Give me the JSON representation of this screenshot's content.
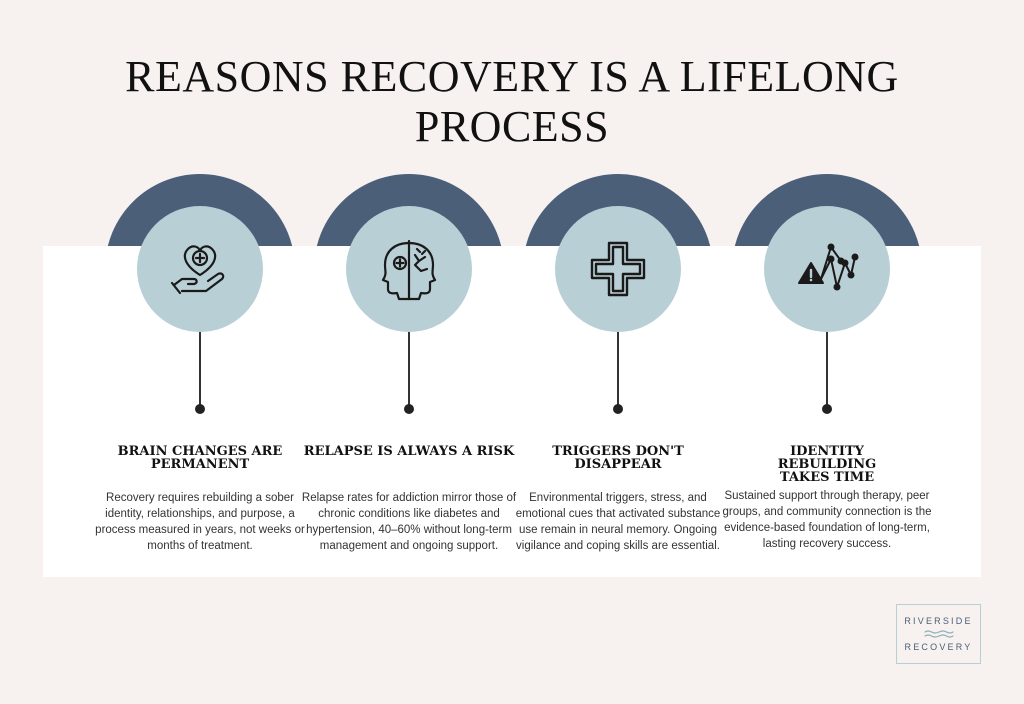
{
  "title_line1": "REASONS RECOVERY IS A LIFELONG",
  "title_line2": "PROCESS",
  "colors": {
    "background": "#f7f1ef",
    "arch": "#4b5f78",
    "circle": "#b9cfd6",
    "panel": "#ffffff"
  },
  "items": [
    {
      "icon": "heart-in-hand-icon",
      "heading": "BRAIN CHANGES ARE PERMANENT",
      "body": "Recovery requires rebuilding a sober identity, relationships, and purpose, a process measured in years, not weeks or months of treatment."
    },
    {
      "icon": "brain-head-icon",
      "heading": "RELAPSE IS ALWAYS A RISK",
      "body": "Relapse rates for addiction mirror those of chronic conditions like diabetes and hypertension, 40–60% without long-term management and ongoing support."
    },
    {
      "icon": "medical-cross-icon",
      "heading": "TRIGGERS DON'T DISAPPEAR",
      "body": "Environmental triggers, stress, and emotional cues that activated substance use remain in neural memory. Ongoing vigilance and coping skills are essential."
    },
    {
      "icon": "warning-zigzag-icon",
      "heading": "IDENTITY REBUILDING TAKES TIME",
      "body": "Sustained support through therapy, peer groups, and community connection is the evidence-based foundation of long-term, lasting recovery success."
    }
  ],
  "logo": {
    "line1": "RIVERSIDE",
    "line2": "RECOVERY"
  }
}
